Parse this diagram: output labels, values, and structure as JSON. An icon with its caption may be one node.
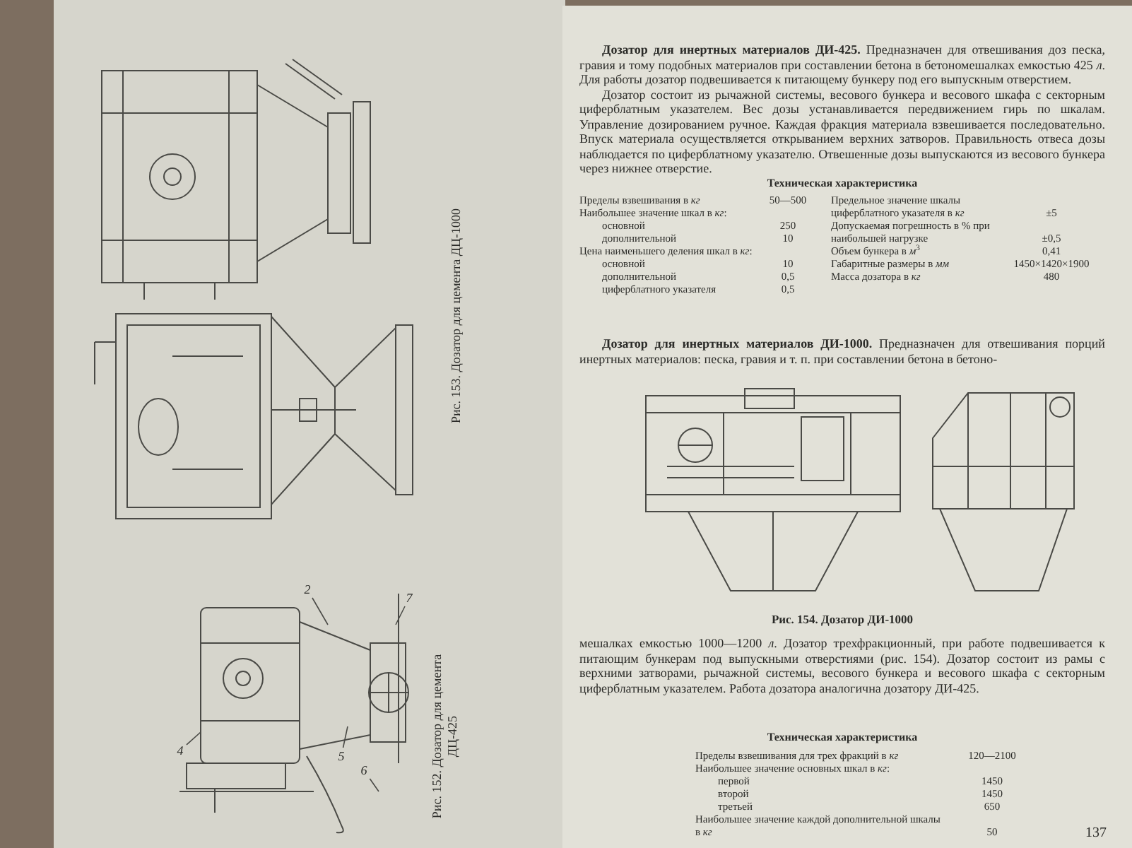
{
  "diagram": {
    "nodes": [
      {
        "text": [
          "2"
        ]
      },
      {
        "text": [
          "4"
        ]
      },
      {
        "text": [
          "5"
        ]
      },
      {
        "text": [
          "6"
        ]
      },
      {
        "text": [
          "7"
        ]
      }
    ],
    "edges": [
      {
        "from": 0,
        "to": null,
        "arrow": "none"
      },
      {
        "from": 1,
        "to": null,
        "arrow": "none"
      },
      {
        "from": 2,
        "to": null,
        "arrow": "none"
      },
      {
        "from": 3,
        "to": null,
        "arrow": "none"
      },
      {
        "from": 4,
        "to": null,
        "arrow": "none"
      }
    ],
    "labels": [
      "Рис. 153. Дозатор для цемента ДЦ-1000",
      "Рис. 152. Дозатор для цемента ДЦ-425",
      "**Дозатор для инертных материалов ДИ-425.** Предназначен для отвешивания доз песка, гравия и тому подобных материалов при составлении бетона в бетономешалках емкостью 425 *л*. Для работы дозатор подвешивается к питающему бункеру под его выпускным отверстием.",
      "Дозатор состоит из рычажной системы, весового бункера и весового шкафа с секторным циферблатным указателем. Вес дозы устанавливается передвижением гирь по шкалам. Управление дозированием ручное. Каждая фракция материала взвешивается последовательно. Впуск материала осуществляется открыванием верхних затворов. Правильность отвеса дозы наблюдается по циферблатному указателю. Отвешенные дозы выпускаются из весового бункера через нижнее отверстие.",
      "Техническая характеристика",
      "Пределы взвешивания в *кг*",
      "50—500",
      "Наибольшее значение шкал в *кг*:",
      "основной",
      "250",
      "дополнительной",
      "10",
      "Цена наименьшего деления шкал в *кг*:",
      "основной",
      "10",
      "дополнительной",
      "0,5",
      "циферблатного указателя",
      "0,5",
      "Предельное значение шкалы циферблатного указателя в *кг*",
      "±5",
      "Допускаемая погрешность в % при наибольшей нагрузке",
      "±0,5",
      "Объем бункера в *м*$^{3}$",
      "0,41",
      "Габаритные размеры в *мм*",
      "1450×1420×1900",
      "Масса дозатора в *кг*",
      "480",
      "**Дозатор для инертных материалов ДИ-1000.** Предназначен для отвешивания порций инертных материалов: песка, гравия и т. п. при составлении бетона в бетоно-",
      "Рис. 154. Дозатор ДИ-1000",
      "мешалках емкостью 1000—1200 *л*. Дозатор трехфракционный, при работе подвешивается к питающим бункерам под выпускными отверстиями (рис. 154). Дозатор состоит из рамы с верхними затворами, рычажной системы, весового бункера и весового шкафа с секторным циферблатным указателем. Работа дозатора аналогична дозатору ДИ-425.",
      "Техническая характеристика",
      "Пределы взвешивания для трех фракций в *кг*",
      "120—2100",
      "Наибольшее значение основных шкал в *кг*:",
      "первой",
      "1450",
      "второй",
      "1450",
      "третьей",
      "650",
      "Наибольшее значение каждой дополнительной шкалы в *кг*",
      "50",
      "137"
    ]
  }
}
